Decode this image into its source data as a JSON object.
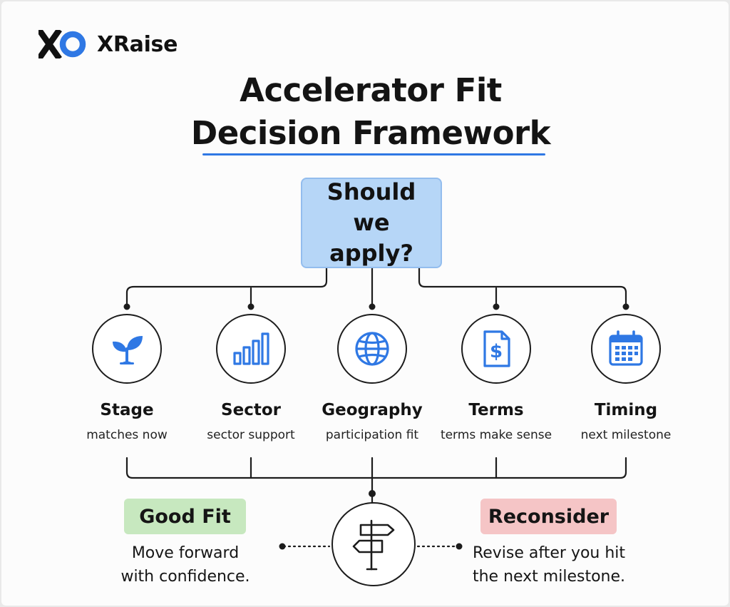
{
  "brand": {
    "logo_mark": "XO",
    "name": "XRaise"
  },
  "title": {
    "line1": "Accelerator Fit",
    "line2": "Decision Framework"
  },
  "question": "Should we apply?",
  "criteria": [
    {
      "icon": "sprout-icon",
      "name": "Stage",
      "desc": "matches now"
    },
    {
      "icon": "bar-chart-icon",
      "name": "Sector",
      "desc": "sector support"
    },
    {
      "icon": "globe-icon",
      "name": "Geography",
      "desc": "participation fit"
    },
    {
      "icon": "dollar-document-icon",
      "name": "Terms",
      "desc": "terms make sense"
    },
    {
      "icon": "calendar-icon",
      "name": "Timing",
      "desc": "next milestone"
    }
  ],
  "decision_icon": "signpost-icon",
  "outcomes": {
    "good": {
      "label": "Good Fit",
      "text_line1": "Move forward",
      "text_line2": "with confidence."
    },
    "reconsider": {
      "label": "Reconsider",
      "text_line1": "Revise after you hit",
      "text_line2": "the next milestone."
    }
  },
  "colors": {
    "accent_blue": "#2f78e4",
    "question_fill": "#b6d6f7",
    "good_fill": "#c7e8bf",
    "reconsider_fill": "#f5c5c6",
    "line": "#1c1c1c"
  }
}
